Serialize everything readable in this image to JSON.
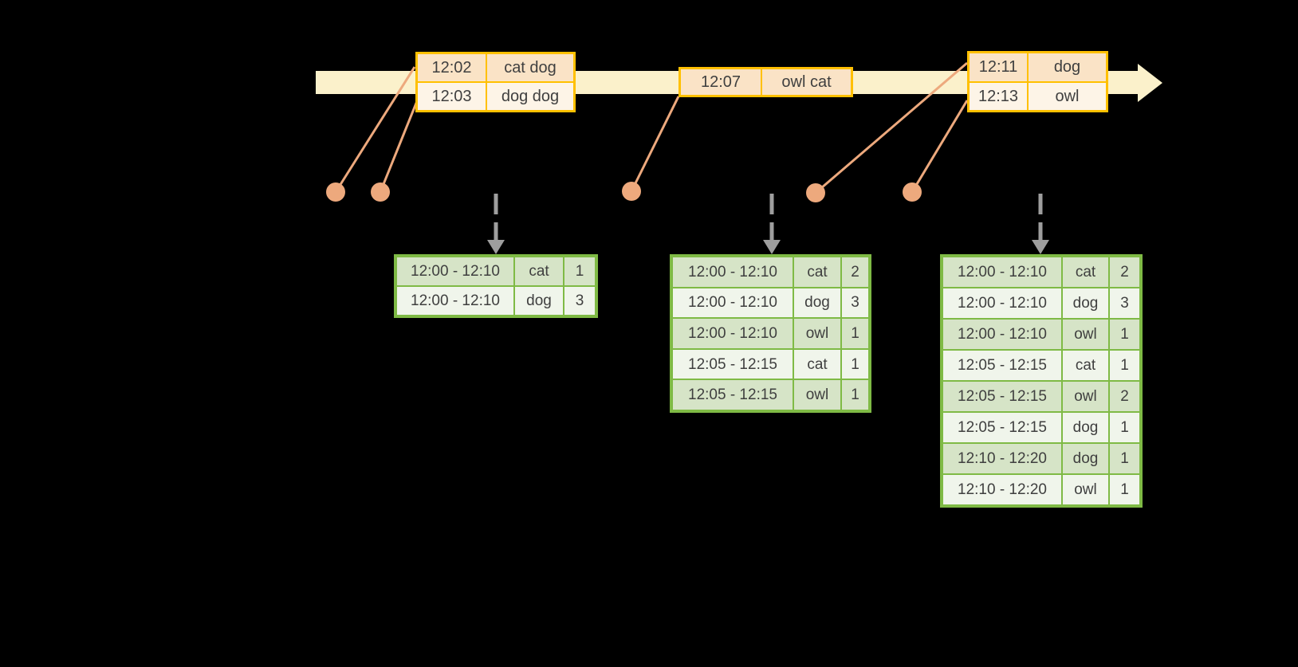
{
  "colors": {
    "background": "#000000",
    "timeline_band": "#FBF1CB",
    "event_table_border": "#FFC000",
    "event_row_dark": "#FAE3C6",
    "event_row_light": "#FDF4E7",
    "marker": "#EDA97D",
    "result_table_border": "#7FBA45",
    "result_row_dark": "#D6E4C7",
    "result_row_light": "#F0F5EB",
    "trigger_arrow": "#9E9E9E",
    "text": "#3F3F3F"
  },
  "event_tables": [
    {
      "rows": [
        {
          "time": "12:02",
          "words": "cat dog"
        },
        {
          "time": "12:03",
          "words": "dog dog"
        }
      ]
    },
    {
      "rows": [
        {
          "time": "12:07",
          "words": "owl cat"
        }
      ]
    },
    {
      "rows": [
        {
          "time": "12:11",
          "words": "dog"
        },
        {
          "time": "12:13",
          "words": "owl"
        }
      ]
    }
  ],
  "result_tables": [
    {
      "rows": [
        {
          "window": "12:00 - 12:10",
          "word": "cat",
          "count": "1"
        },
        {
          "window": "12:00 - 12:10",
          "word": "dog",
          "count": "3"
        }
      ]
    },
    {
      "rows": [
        {
          "window": "12:00 - 12:10",
          "word": "cat",
          "count": "2"
        },
        {
          "window": "12:00 - 12:10",
          "word": "dog",
          "count": "3"
        },
        {
          "window": "12:00 - 12:10",
          "word": "owl",
          "count": "1"
        },
        {
          "window": "12:05 - 12:15",
          "word": "cat",
          "count": "1"
        },
        {
          "window": "12:05 - 12:15",
          "word": "owl",
          "count": "1"
        }
      ]
    },
    {
      "rows": [
        {
          "window": "12:00 - 12:10",
          "word": "cat",
          "count": "2"
        },
        {
          "window": "12:00 - 12:10",
          "word": "dog",
          "count": "3"
        },
        {
          "window": "12:00 - 12:10",
          "word": "owl",
          "count": "1"
        },
        {
          "window": "12:05 - 12:15",
          "word": "cat",
          "count": "1"
        },
        {
          "window": "12:05 - 12:15",
          "word": "owl",
          "count": "2"
        },
        {
          "window": "12:05 - 12:15",
          "word": "dog",
          "count": "1"
        },
        {
          "window": "12:10 - 12:20",
          "word": "dog",
          "count": "1"
        },
        {
          "window": "12:10 - 12:20",
          "word": "owl",
          "count": "1"
        }
      ]
    }
  ]
}
